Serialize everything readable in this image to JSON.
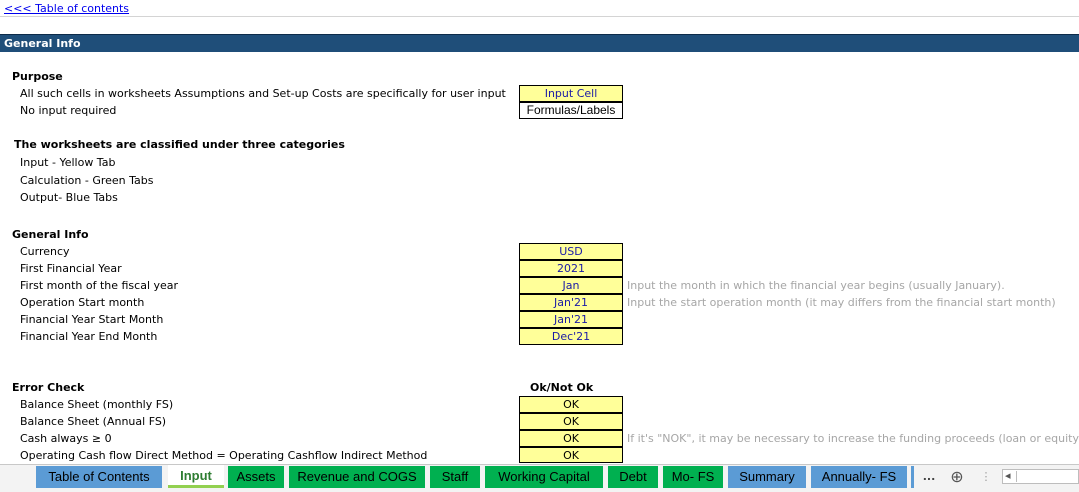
{
  "toc_link": "<<< Table of contents",
  "section_header": "General Info",
  "purpose": {
    "heading": "Purpose",
    "row1_label": "All such cells in worksheets Assumptions and Set-up Costs are specifically for user input",
    "row1_cell": "Input Cell",
    "row2_label": "No input required",
    "row2_cell": "Formulas/Labels"
  },
  "categories": {
    "heading": "The worksheets are classified under three categories",
    "items": [
      "Input - Yellow Tab",
      "Calculation - Green Tabs",
      "Output- Blue Tabs"
    ]
  },
  "general_info": {
    "heading": "General Info",
    "rows": [
      {
        "label": "Currency",
        "value": "USD",
        "note": ""
      },
      {
        "label": "First Financial Year",
        "value": "2021",
        "note": ""
      },
      {
        "label": "First month of the fiscal year",
        "value": "Jan",
        "note": "Input the month in which the financial year begins (usually January)."
      },
      {
        "label": "Operation Start month",
        "value": "Jan'21",
        "note": "Input the start operation month (it may differs from the financial start month)"
      },
      {
        "label": "Financial Year Start Month",
        "value": "Jan'21",
        "note": ""
      },
      {
        "label": "Financial Year End Month",
        "value": "Dec'21",
        "note": ""
      }
    ]
  },
  "error_check": {
    "heading": "Error Check",
    "column_header": "Ok/Not Ok",
    "rows": [
      {
        "label": "Balance Sheet (monthly  FS)",
        "value": "OK",
        "note": ""
      },
      {
        "label": "Balance Sheet (Annual  FS)",
        "value": "OK",
        "note": ""
      },
      {
        "label": "Cash always ≥ 0",
        "value": "OK",
        "note": "If it's \"NOK\", it may be necessary to increase the funding proceeds (loan or equity)"
      },
      {
        "label": "Operating Cash flow Direct Method = Operating Cashflow Indirect Method",
        "value": "OK",
        "note": ""
      }
    ]
  },
  "sheet_tabs": [
    {
      "label": "Table of Contents",
      "color": "blue"
    },
    {
      "label": "Input",
      "color": "active"
    },
    {
      "label": "Assets",
      "color": "green"
    },
    {
      "label": "Revenue and COGS",
      "color": "green"
    },
    {
      "label": "Staff",
      "color": "green"
    },
    {
      "label": "Working Capital",
      "color": "green"
    },
    {
      "label": "Debt",
      "color": "green"
    },
    {
      "label": "Mo- FS",
      "color": "green"
    },
    {
      "label": "Summary",
      "color": "blue"
    },
    {
      "label": "Annually- FS",
      "color": "blue"
    }
  ],
  "tab_controls": {
    "more": "...",
    "add": "⊕",
    "options": "⋮",
    "scroll_left": "◂"
  },
  "colors": {
    "header_bar": "#1f4e79",
    "input_cell": "#ffff99",
    "calc_tab": "#00b050",
    "output_tab": "#5b9bd5"
  }
}
